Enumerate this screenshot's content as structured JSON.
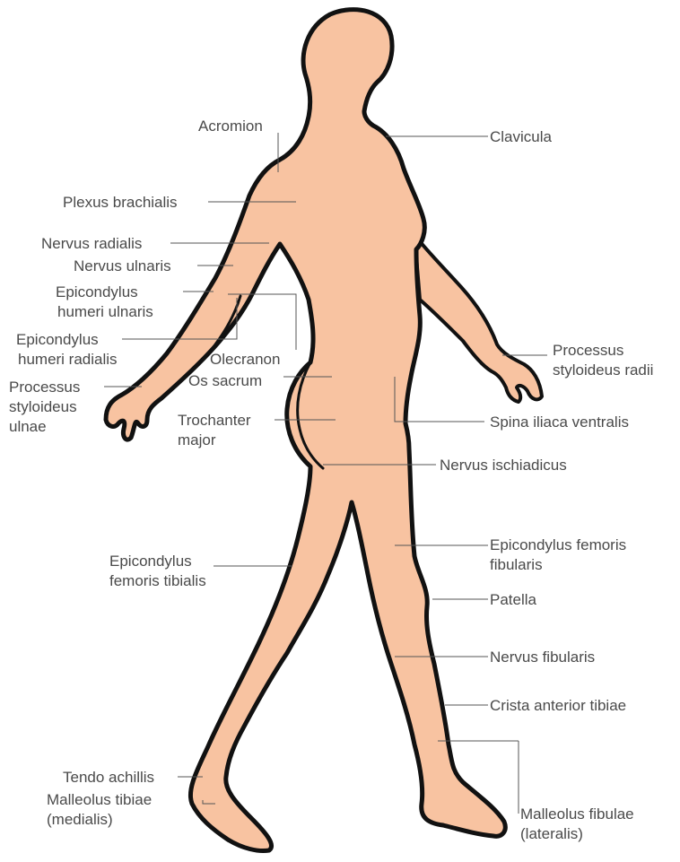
{
  "colors": {
    "skin": "#f8c3a1",
    "outline": "#111111",
    "label_text": "#4a4a4a",
    "leader_line": "#555555"
  },
  "labels": {
    "acromion": "Acromion",
    "clavicula": "Clavicula",
    "plexus_brachialis": "Plexus brachialis",
    "nervus_radialis": "Nervus radialis",
    "nervus_ulnaris": "Nervus ulnaris",
    "epicondylus_humeri_ulnaris_1": "Epicondylus",
    "epicondylus_humeri_ulnaris_2": "humeri ulnaris",
    "epicondylus_humeri_radialis_1": "Epicondylus",
    "epicondylus_humeri_radialis_2": "humeri radialis",
    "olecranon": "Olecranon",
    "os_sacrum": "Os sacrum",
    "processus_styloideus_ulnae_1": "Processus",
    "processus_styloideus_ulnae_2": "styloideus",
    "processus_styloideus_ulnae_3": "ulnae",
    "processus_styloideus_radii_1": "Processus",
    "processus_styloideus_radii_2": "styloideus radii",
    "trochanter_major_1": "Trochanter",
    "trochanter_major_2": "major",
    "spina_iliaca_ventralis": "Spina iliaca ventralis",
    "nervus_ischiadicus": "Nervus ischiadicus",
    "epicondylus_femoris_fibularis_1": "Epicondylus femoris",
    "epicondylus_femoris_fibularis_2": "fibularis",
    "epicondylus_femoris_tibialis_1": "Epicondylus",
    "epicondylus_femoris_tibialis_2": "femoris tibialis",
    "patella": "Patella",
    "nervus_fibularis": "Nervus fibularis",
    "crista_anterior_tibiae": "Crista anterior tibiae",
    "tendo_achillis": "Tendo achillis",
    "malleolus_tibiae_1": "Malleolus tibiae",
    "malleolus_tibiae_2": "(medialis)",
    "malleolus_fibulae_1": "Malleolus fibulae",
    "malleolus_fibulae_2": "(lateralis)"
  }
}
